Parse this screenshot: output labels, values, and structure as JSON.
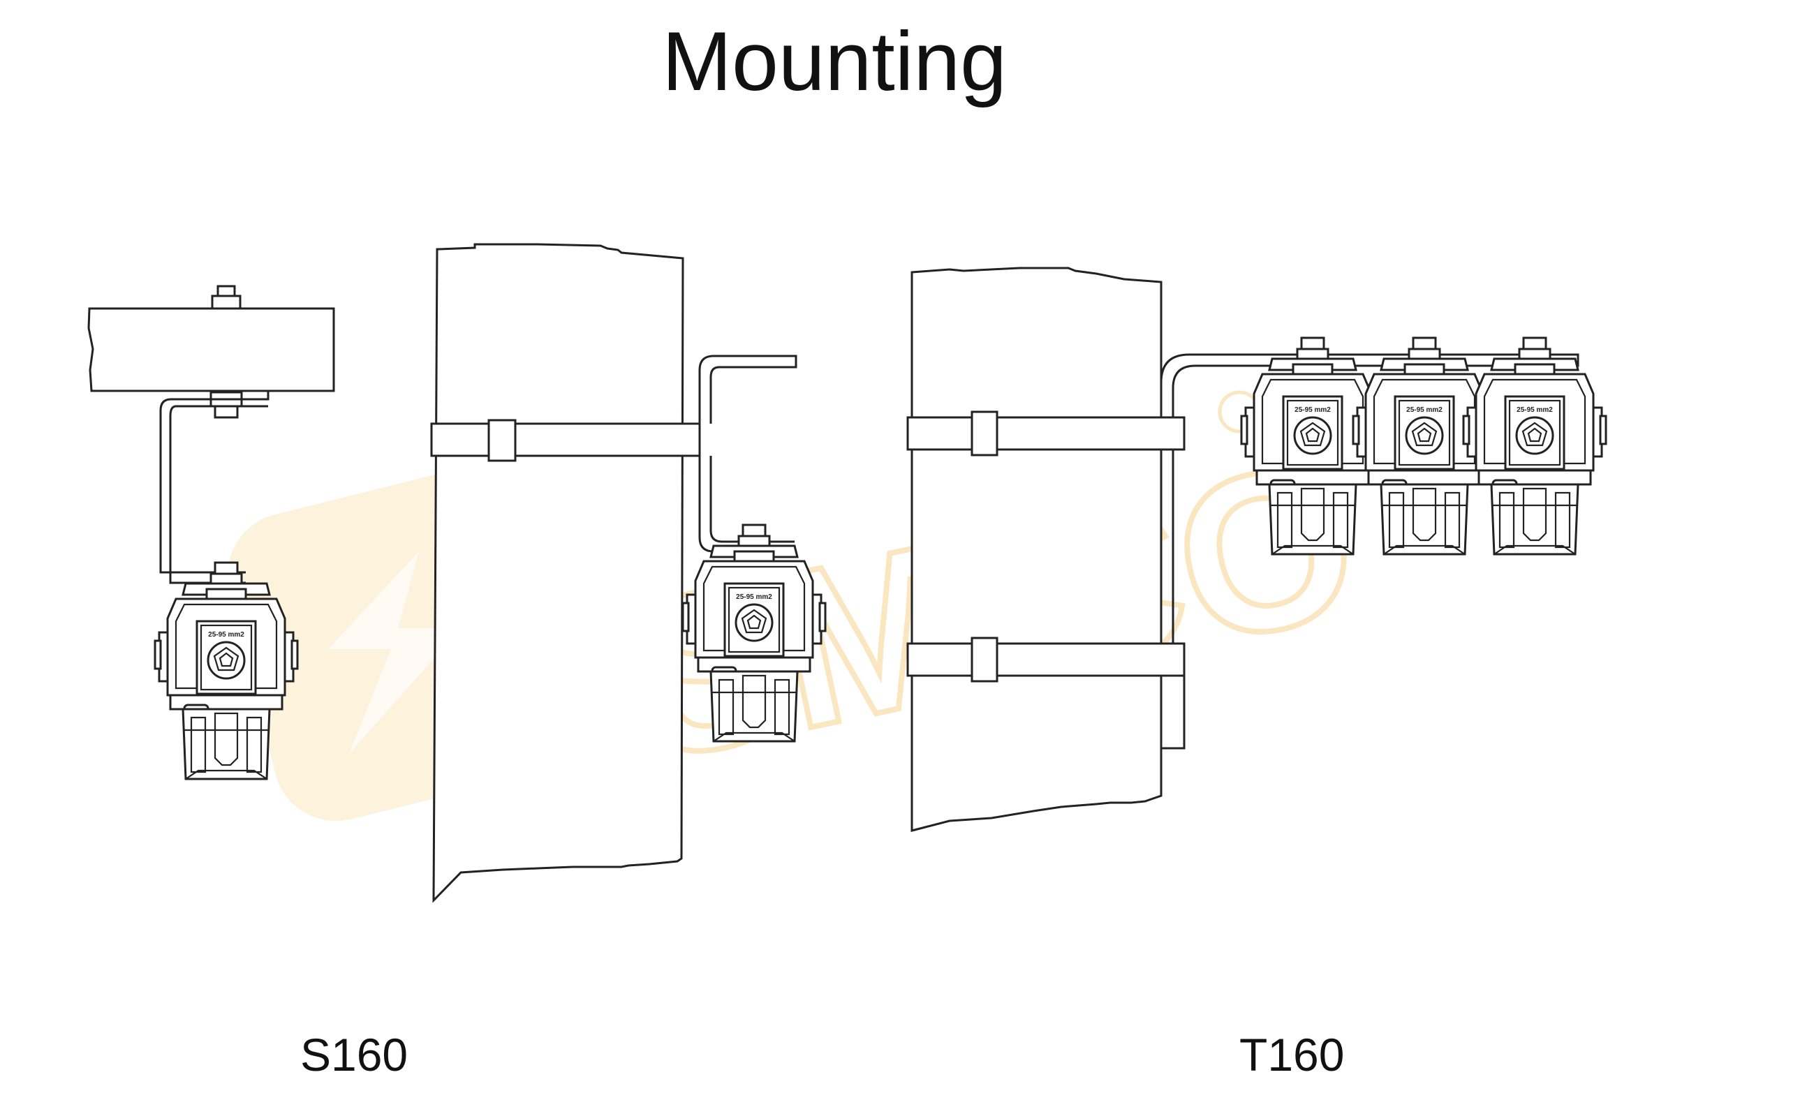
{
  "title": "Mounting",
  "captions": {
    "left": "S160",
    "right": "T160"
  },
  "connector_rating": "25-95  mm2",
  "watermark": "SMICO",
  "colors": {
    "line": "#222222",
    "background": "#ffffff",
    "watermark": "#f6cf83"
  }
}
